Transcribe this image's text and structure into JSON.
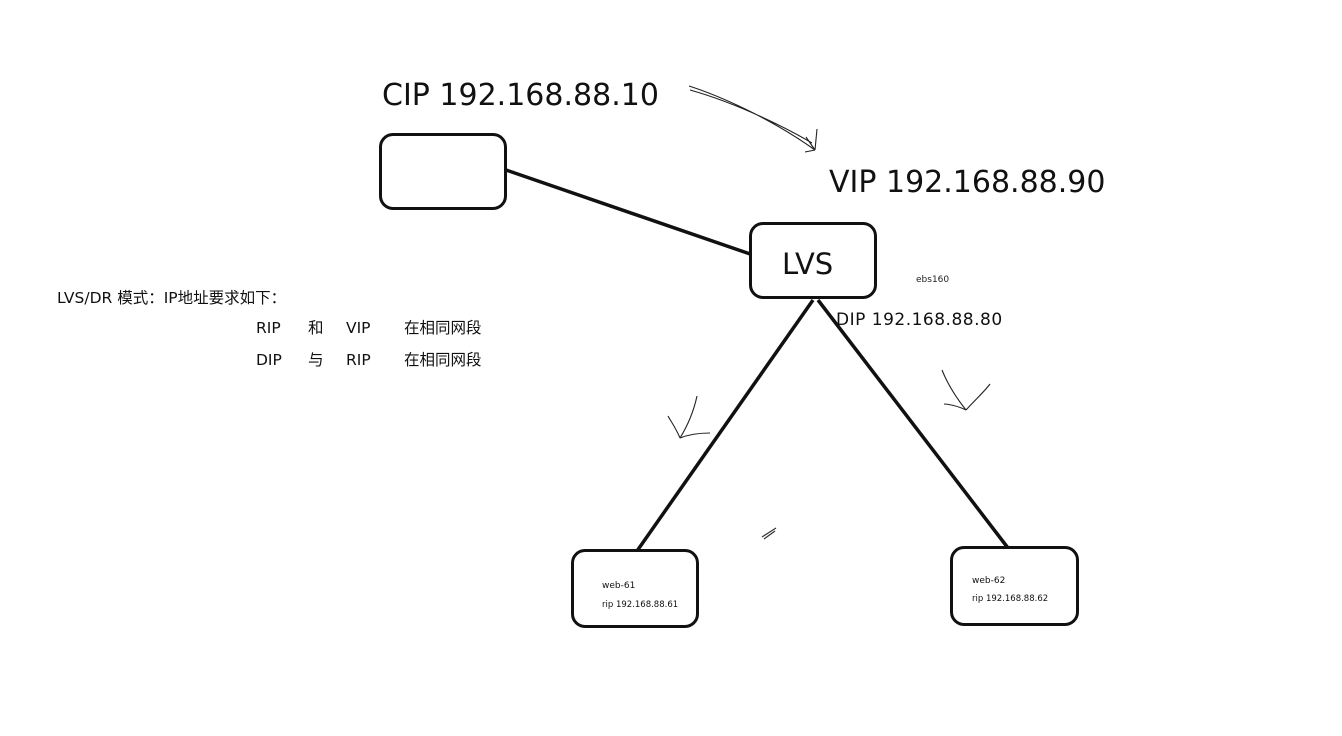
{
  "diagram": {
    "cip_label": "CIP 192.168.88.10",
    "vip_label": "VIP 192.168.88.90",
    "dip_label": "DIP 192.168.88.80",
    "ebs_label": "ebs160",
    "lvs_label": "LVS",
    "web61": {
      "name": "web-61",
      "rip": "rip 192.168.88.61"
    },
    "web62": {
      "name": "web-62",
      "rip": "rip 192.168.88.62"
    }
  },
  "notes": {
    "title": "LVS/DR 模式：IP地址要求如下：",
    "row1": {
      "a": "RIP",
      "b": "和",
      "c": "VIP",
      "d": "在相同网段"
    },
    "row2": {
      "a": "DIP",
      "b": "与",
      "c": "RIP",
      "d": "在相同网段"
    }
  }
}
